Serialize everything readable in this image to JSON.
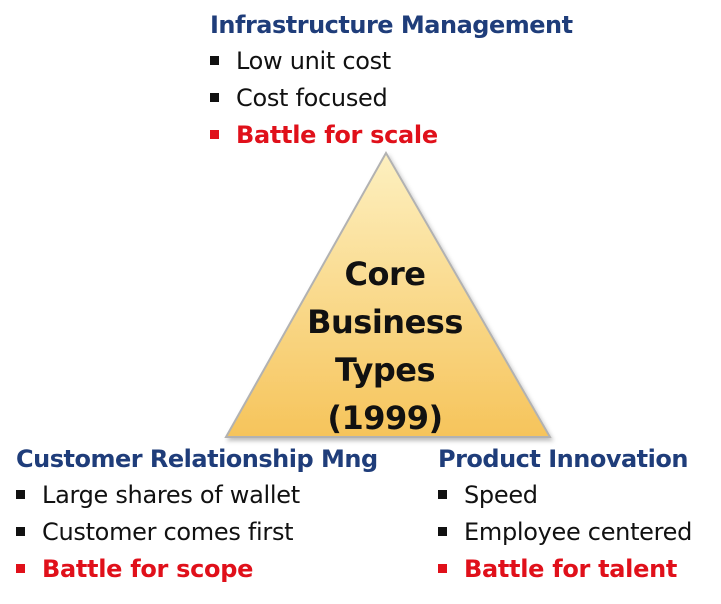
{
  "colors": {
    "heading": "#1F3D7A",
    "text": "#111111",
    "emphasis": "#E0101A",
    "triangle_fill_top": "#FDF0C0",
    "triangle_fill_bottom": "#F6C45B",
    "triangle_stroke": "#B2B2B2"
  },
  "core": {
    "lines": [
      "Core",
      "Business",
      "Types",
      "(1999)"
    ]
  },
  "groups": {
    "infrastructure": {
      "title": "Infrastructure Management",
      "items": [
        {
          "text": "Low unit cost",
          "emphasis": false
        },
        {
          "text": "Cost focused",
          "emphasis": false
        },
        {
          "text": "Battle for scale",
          "emphasis": true
        }
      ]
    },
    "customer": {
      "title": "Customer Relationship Mng",
      "items": [
        {
          "text": "Large shares of wallet",
          "emphasis": false
        },
        {
          "text": "Customer comes first",
          "emphasis": false
        },
        {
          "text": "Battle for scope",
          "emphasis": true
        }
      ]
    },
    "product": {
      "title": "Product Innovation",
      "items": [
        {
          "text": "Speed",
          "emphasis": false
        },
        {
          "text": "Employee centered",
          "emphasis": false
        },
        {
          "text": "Battle for talent",
          "emphasis": true
        }
      ]
    }
  }
}
